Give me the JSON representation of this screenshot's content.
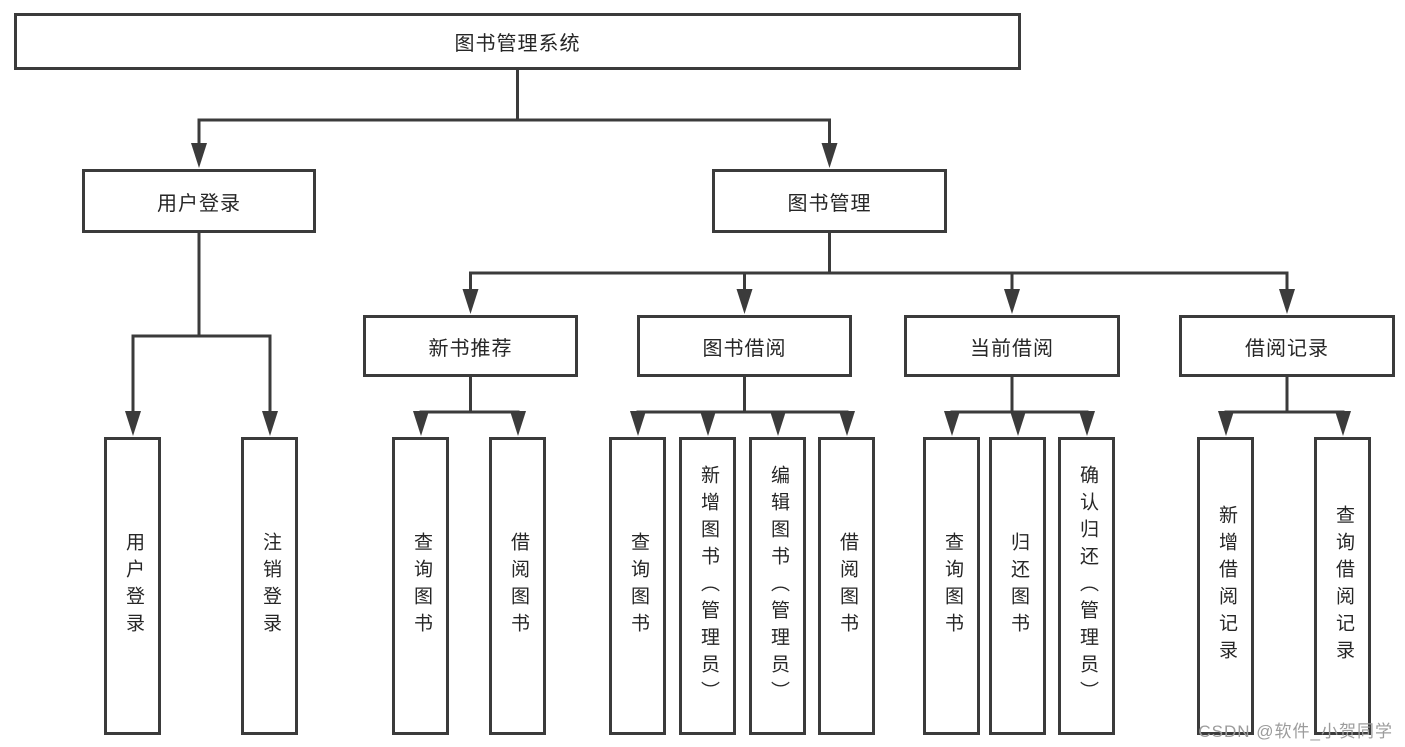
{
  "tree": {
    "root": {
      "label": "图书管理系统",
      "children": [
        {
          "label": "用户登录",
          "children": [
            {
              "label": "用户登录"
            },
            {
              "label": "注销登录"
            }
          ]
        },
        {
          "label": "图书管理",
          "children": [
            {
              "label": "新书推荐",
              "children": [
                {
                  "label": "查询图书"
                },
                {
                  "label": "借阅图书"
                }
              ]
            },
            {
              "label": "图书借阅",
              "children": [
                {
                  "label": "查询图书"
                },
                {
                  "label": "新增图书（管理员）"
                },
                {
                  "label": "编辑图书（管理员）"
                },
                {
                  "label": "借阅图书"
                }
              ]
            },
            {
              "label": "当前借阅",
              "children": [
                {
                  "label": "查询图书"
                },
                {
                  "label": "归还图书"
                },
                {
                  "label": "确认归还（管理员）"
                }
              ]
            },
            {
              "label": "借阅记录",
              "children": [
                {
                  "label": "新增借阅记录"
                },
                {
                  "label": "查询借阅记录"
                }
              ]
            }
          ]
        }
      ]
    }
  },
  "watermark": "CSDN @软件_小贺同学",
  "colors": {
    "line": "#3b3b3b",
    "box_border": "#3b3b3b",
    "text": "#262626",
    "watermark": "#9c9c9c",
    "background": "#ffffff"
  }
}
